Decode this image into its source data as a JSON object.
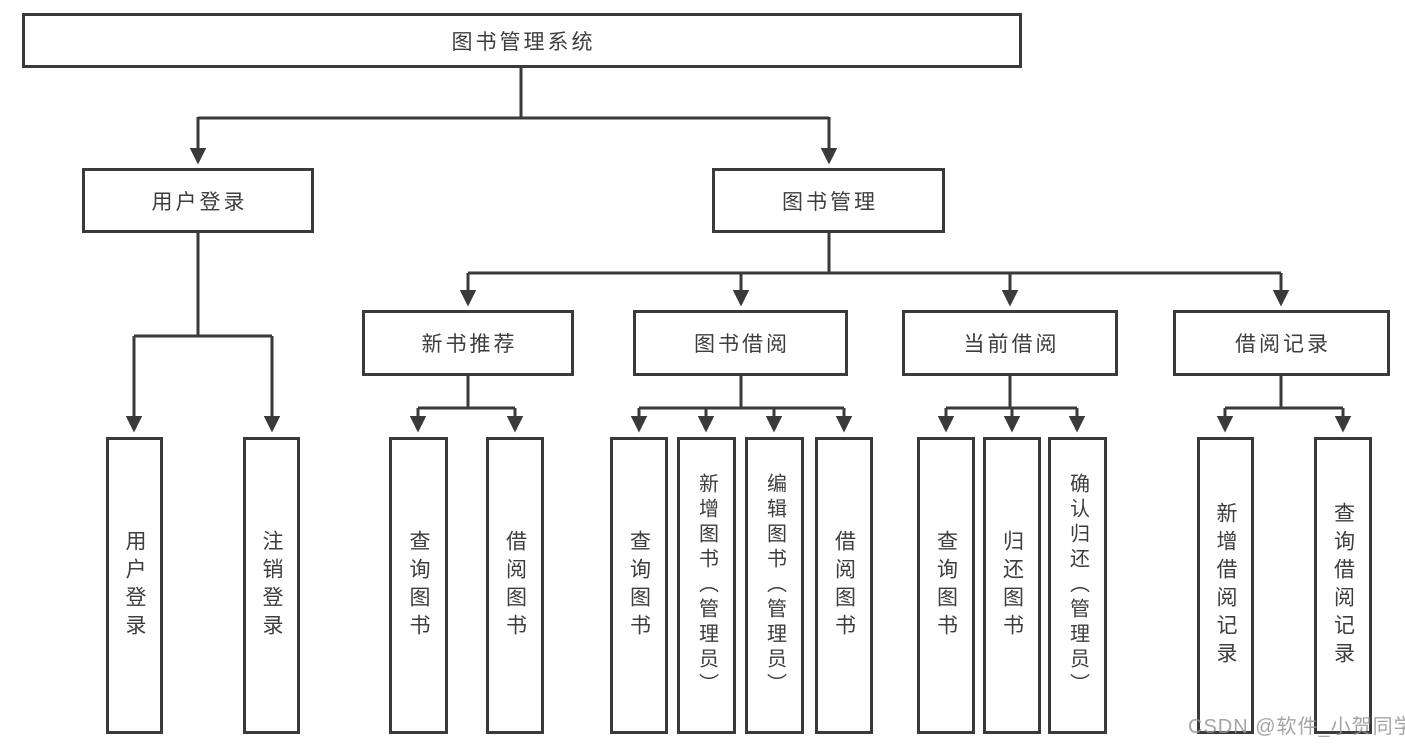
{
  "root": {
    "label": "图书管理系统"
  },
  "branches": {
    "user": {
      "label": "用户登录",
      "children": [
        {
          "label": "用户登录"
        },
        {
          "label": "注销登录"
        }
      ]
    },
    "book": {
      "label": "图书管理",
      "sections": [
        {
          "label": "新书推荐",
          "children": [
            {
              "label": "查询图书"
            },
            {
              "label": "借阅图书"
            }
          ]
        },
        {
          "label": "图书借阅",
          "children": [
            {
              "label": "查询图书"
            },
            {
              "label": "新增图书（管理员）"
            },
            {
              "label": "编辑图书（管理员）"
            },
            {
              "label": "借阅图书"
            }
          ]
        },
        {
          "label": "当前借阅",
          "children": [
            {
              "label": "查询图书"
            },
            {
              "label": "归还图书"
            },
            {
              "label": "确认归还（管理员）"
            }
          ]
        },
        {
          "label": "借阅记录",
          "children": [
            {
              "label": "新增借阅记录"
            },
            {
              "label": "查询借阅记录"
            }
          ]
        }
      ]
    }
  },
  "watermark": {
    "text": "CSDN @软件_小贺同学"
  },
  "colors": {
    "line": "#3a3a3a",
    "text": "#3d3d3d",
    "watermark": "#949494",
    "background": "#ffffff"
  }
}
